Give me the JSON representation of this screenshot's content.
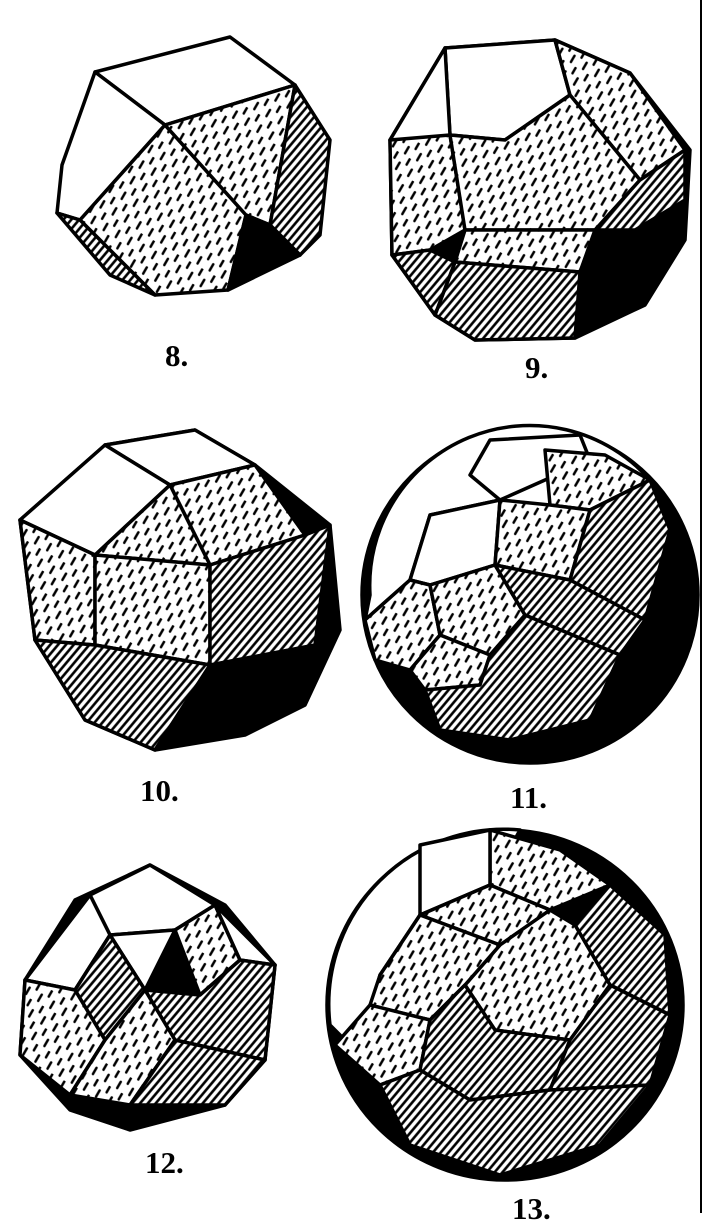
{
  "figures": [
    {
      "id": "8",
      "label": "8."
    },
    {
      "id": "9",
      "label": "9."
    },
    {
      "id": "10",
      "label": "10."
    },
    {
      "id": "11",
      "label": "11."
    },
    {
      "id": "12",
      "label": "12."
    },
    {
      "id": "13",
      "label": "13."
    }
  ],
  "fills": {
    "light": "#ffffff",
    "stippled": "stipple",
    "hatched": "hatch",
    "dark": "#000000"
  }
}
